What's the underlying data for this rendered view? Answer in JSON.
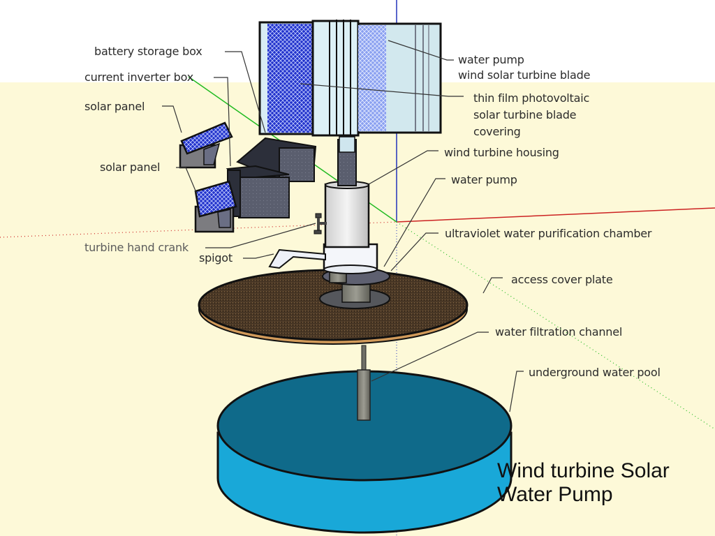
{
  "diagram": {
    "title_line1": "Wind turbine Solar",
    "title_line2": "Water Pump",
    "labels": {
      "battery_storage_box": "battery storage box",
      "current_inverter_box": "current inverter box",
      "solar_panel_upper": "solar panel",
      "solar_panel_lower": "solar panel",
      "turbine_hand_crank": "turbine hand crank",
      "spigot": "spigot",
      "water_pump_blade_line1": "water pump",
      "water_pump_blade_line2": "wind solar turbine blade",
      "thin_film_line1": "thin film photovoltaic",
      "thin_film_line2": "solar turbine blade",
      "thin_film_line3": "covering",
      "wind_turbine_housing": "wind turbine housing",
      "water_pump": "water pump",
      "uv_chamber": "ultraviolet water purification chamber",
      "access_cover_plate": "access cover plate",
      "water_filtration_channel": "water filtration channel",
      "underground_water_pool": "underground water pool"
    },
    "colors": {
      "sky": "#ffffff",
      "ground": "#fdf9d8",
      "axis_red": "#cc2222",
      "axis_green": "#22bb22",
      "axis_blue": "#2233bb",
      "pv_blue": "#2233cc",
      "soil": "#4a3826",
      "water_top": "#0f6a8a",
      "water_side": "#19a8d8"
    }
  }
}
